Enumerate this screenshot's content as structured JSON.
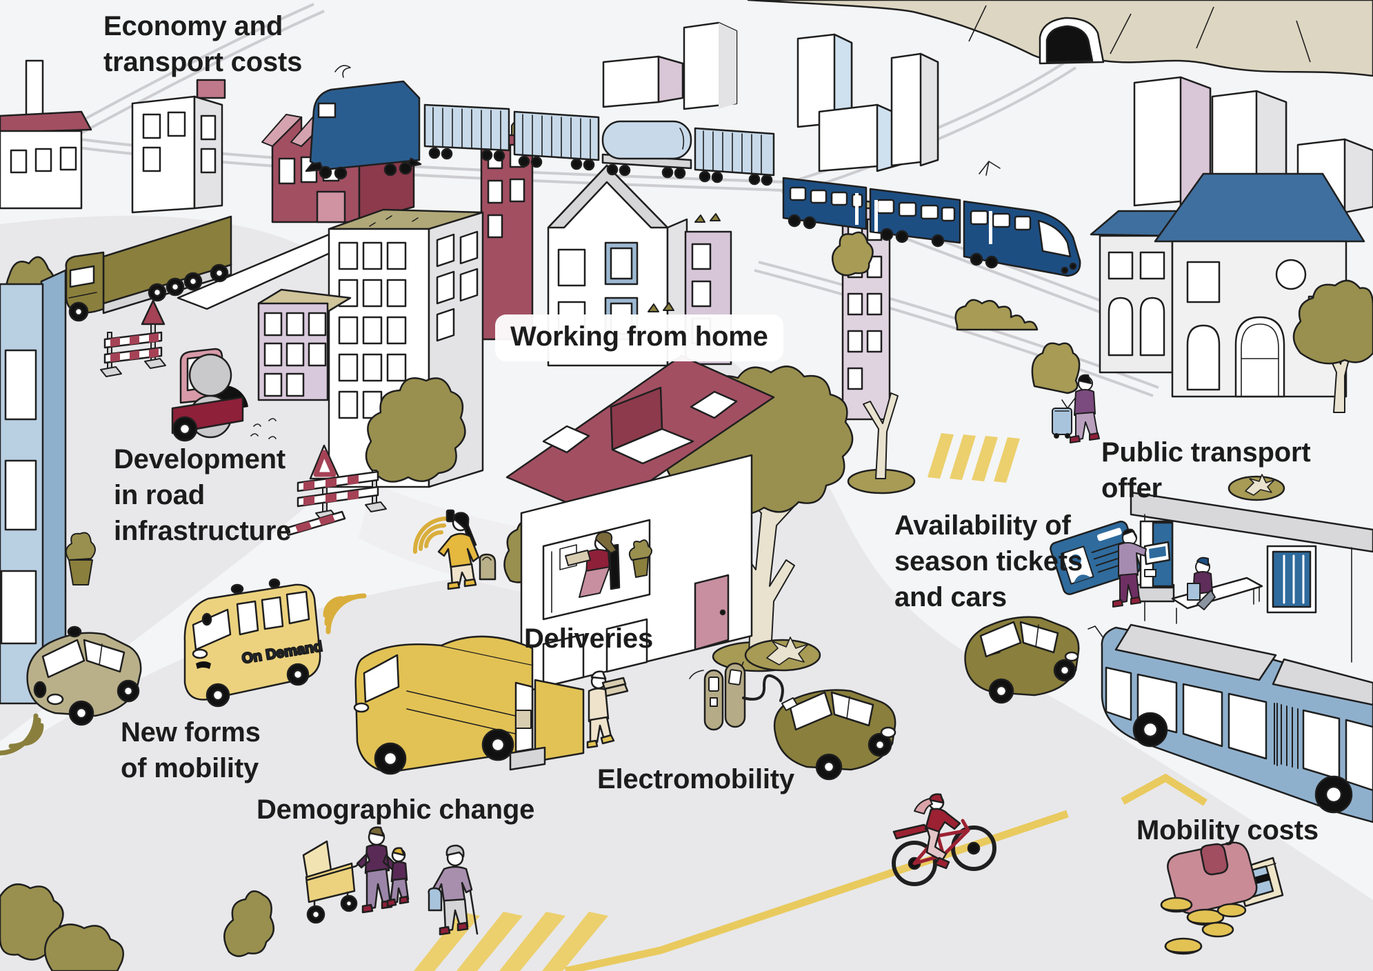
{
  "title": "Factors influencing urban mobility – illustrated city scene",
  "labels": {
    "economy": "Economy and\ntransport costs",
    "working_from_home": "Working from home",
    "road_infrastructure": "Development\nin road\ninfrastructure",
    "new_forms": "New forms\nof mobility",
    "demographic": "Demographic change",
    "deliveries": "Deliveries",
    "electromobility": "Electromobility",
    "public_transport": "Public transport\noffer",
    "availability": "Availability of\nseason tickets\nand cars",
    "mobility_costs": "Mobility costs",
    "on_demand": "On Demand"
  },
  "colors": {
    "background": "#f4f5f6",
    "road": "#e8e8ea",
    "maroon": "#a24f62",
    "olive": "#8a7f3c",
    "khaki": "#b9b08a",
    "yellow": "#e2c254",
    "shuttle_yellow": "#ecd27e",
    "train_dark_blue": "#1d4e82",
    "wagon_light_blue": "#c8daea",
    "bus_steel_blue": "#8fb0cd",
    "card_blue": "#2f6b9d",
    "lilac": "#d9c9dc",
    "mountain_beige": "#ddd6c2",
    "text": "#1c1c1c"
  },
  "scene_objects": [
    "freight-train",
    "passenger-train",
    "tunnel-mountain",
    "station-building",
    "home-office-house",
    "road-roller",
    "construction-barriers",
    "truck",
    "autonomous-car",
    "on-demand-shuttle",
    "delivery-van",
    "delivery-person",
    "charging-station",
    "electric-car",
    "city-bus",
    "bus-stop-shelter",
    "ticket-machine",
    "id-card",
    "season-ticket-car",
    "suitcase-traveller",
    "family-with-stroller",
    "elderly-pedestrian",
    "cyclist",
    "bike-lane",
    "zebra-crossing",
    "wallet-with-coins",
    "phone-user"
  ]
}
